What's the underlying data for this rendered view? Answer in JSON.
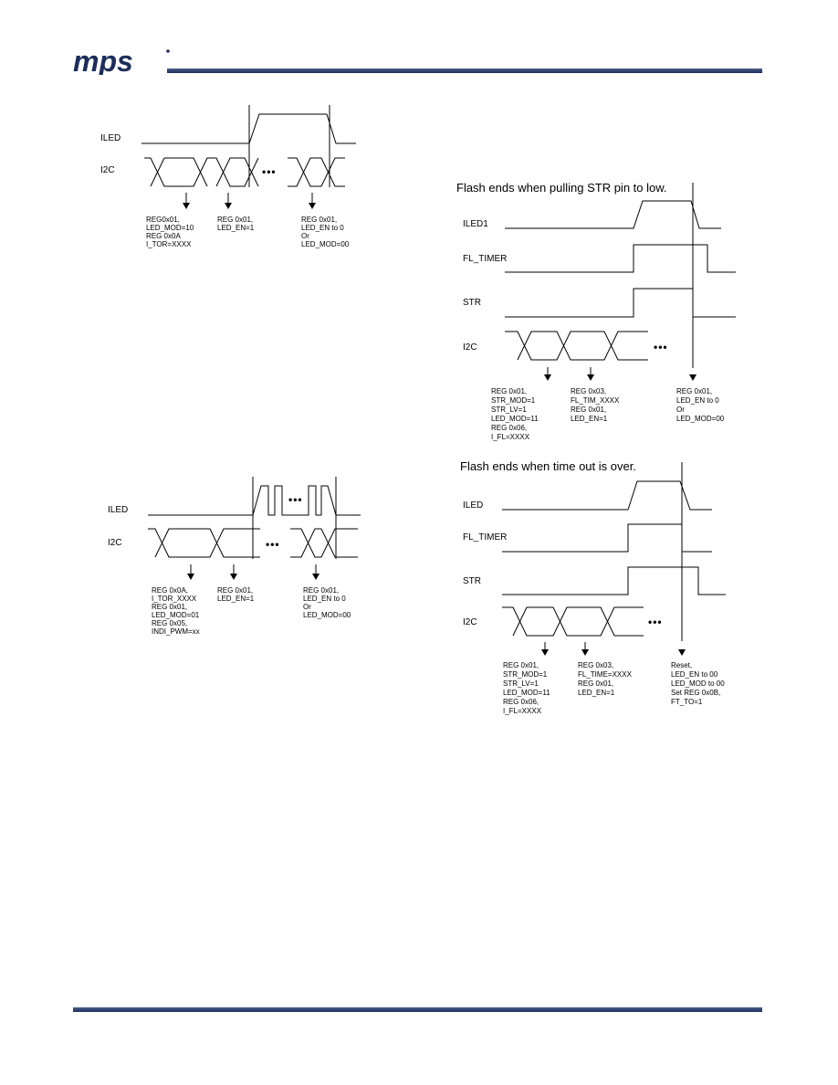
{
  "brand": {
    "logo": "mps"
  },
  "colors": {
    "rule": "#1c2d5a",
    "logo": "#1c2d5a"
  },
  "torch": {
    "iled": "ILED",
    "i2c": "I2C",
    "dots": "•••",
    "notes": [
      [
        "REG0x01,",
        "LED_MOD=10",
        "REG 0x0A",
        "I_TOR=XXXX"
      ],
      [
        "REG 0x01,",
        "LED_EN=1"
      ],
      [
        "REG 0x01,",
        "LED_EN to 0",
        "Or",
        "LED_MOD=00"
      ]
    ]
  },
  "indicator": {
    "iled": "ILED",
    "i2c": "I2C",
    "dots": "•••",
    "notes": [
      [
        "REG 0x0A,",
        "I_TOR_XXXX",
        "REG 0x01,",
        "LED_MOD=01",
        "REG 0x05,",
        "INDI_PWM=xx"
      ],
      [
        "REG 0x01,",
        "LED_EN=1"
      ],
      [
        "REG 0x01,",
        "LED_EN to 0",
        "Or",
        "LED_MOD=00"
      ]
    ]
  },
  "flash_str": {
    "title": "Flash ends when pulling STR pin to low.",
    "iled": "ILED1",
    "fl_timer": "FL_TIMER",
    "str": "STR",
    "i2c": "I2C",
    "dots": "•••",
    "notes": [
      [
        "REG 0x01,",
        "STR_MOD=1",
        "STR_LV=1",
        "LED_MOD=11",
        "REG 0x06,",
        "I_FL=XXXX"
      ],
      [
        "REG 0x03,",
        "FL_TIM_XXXX",
        "REG 0x01,",
        "LED_EN=1"
      ],
      [
        "REG 0x01,",
        "LED_EN to 0",
        "Or",
        "LED_MOD=00"
      ]
    ]
  },
  "flash_timeout": {
    "title": "Flash ends when time out is over.",
    "iled": "ILED",
    "fl_timer": "FL_TIMER",
    "str": "STR",
    "i2c": "I2C",
    "dots": "•••",
    "notes": [
      [
        "REG 0x01,",
        "STR_MOD=1",
        "STR_LV=1",
        "LED_MOD=11",
        "REG 0x06,",
        "I_FL=XXXX"
      ],
      [
        "REG 0x03,",
        "FL_TIME=XXXX",
        "REG 0x01,",
        "LED_EN=1"
      ],
      [
        "Reset,",
        "LED_EN to 00",
        "LED_MOD to 00",
        "Set REG 0x0B,",
        "FT_TO=1"
      ]
    ]
  }
}
